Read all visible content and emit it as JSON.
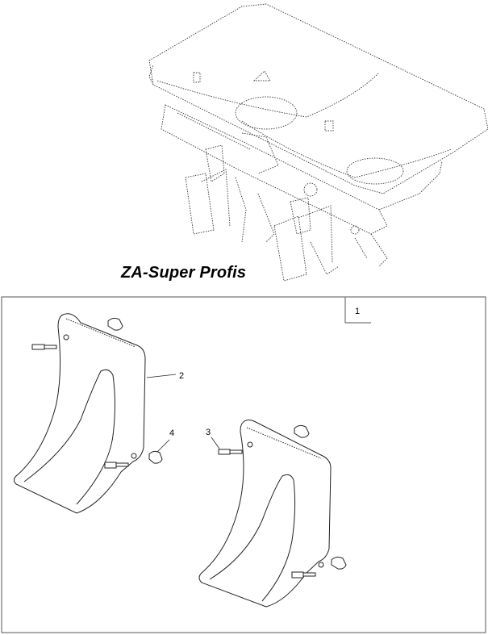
{
  "diagram": {
    "title": "ZA-Super  Profis",
    "frame_number": "1",
    "callouts": {
      "c2": "2",
      "c3": "3",
      "c4": "4"
    }
  }
}
